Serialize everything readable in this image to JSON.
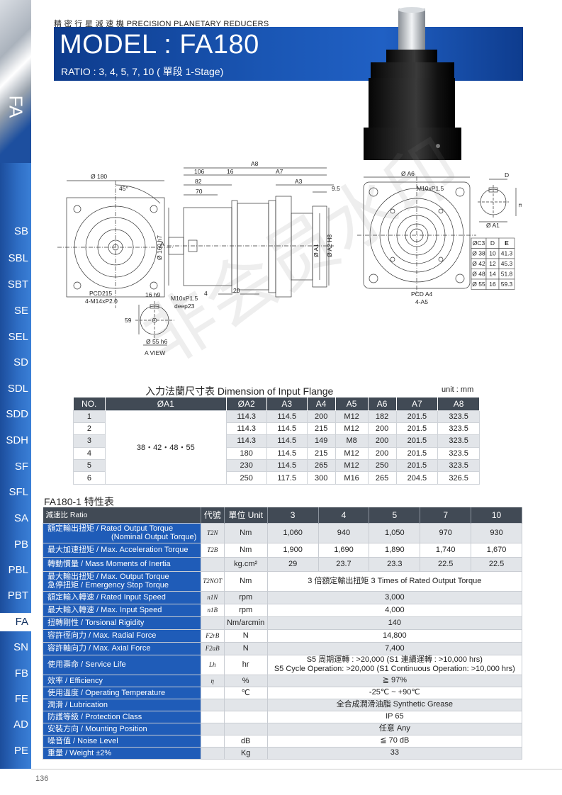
{
  "header": {
    "subtitle": "精 密 行 星 減 速 機   PRECISION PLANETARY REDUCERS",
    "title": "MODEL : FA180",
    "ratio": "RATIO : 3, 4, 5, 7, 10 ( 單段 1-Stage)"
  },
  "sidebar": {
    "top_label": "FA",
    "items": [
      "SB",
      "SBL",
      "SBT",
      "SE",
      "SEL",
      "SD",
      "SDL",
      "SDD",
      "SDH",
      "SF",
      "SFL",
      "SA",
      "PB",
      "PBL",
      "PBT",
      "FA",
      "SN",
      "FB",
      "FE",
      "AD",
      "PE"
    ],
    "active": "FA"
  },
  "drawing": {
    "front": {
      "dia": "Ø 180",
      "angle": "45°",
      "pcd": "PCD215",
      "holes": "4-M14xP2.0"
    },
    "side": {
      "a8": "A8",
      "d106": "106",
      "d16": "16",
      "a7": "A7",
      "d82": "82",
      "a3": "A3",
      "d95": "9.5",
      "d70": "70",
      "dia160": "Ø 160 h7",
      "a1": "Ø A1",
      "a2": "Ø A2 H8",
      "d4": "4",
      "d20": "20",
      "m10": "M10xP1.5",
      "deep": "deep23",
      "a": "A"
    },
    "flange_view": {
      "a6": "Ø A6",
      "m10": "M10xP1.5",
      "pcd": "PCD A4",
      "holes": "4-A5"
    },
    "shaft_view": {
      "d16": "16 h9",
      "d59": "59",
      "dia55": "Ø 55 h6",
      "view": "A VIEW"
    },
    "key_view": {
      "d": "D",
      "e": "E",
      "a1": "Ø A1"
    },
    "key_table": {
      "headers": [
        "ØC3",
        "D",
        "E"
      ],
      "rows": [
        [
          "Ø 38",
          "10",
          "41.3"
        ],
        [
          "Ø 42",
          "12",
          "45.3"
        ],
        [
          "Ø 48",
          "14",
          "51.8"
        ],
        [
          "Ø 55",
          "16",
          "59.3"
        ]
      ]
    }
  },
  "flange_table": {
    "title": "入力法蘭尺寸表  Dimension of Input Flange",
    "unit": "unit : mm",
    "headers": [
      "NO.",
      "ØA1",
      "ØA2",
      "A3",
      "A4",
      "A5",
      "A6",
      "A7",
      "A8"
    ],
    "a1_value": "38・42・48・55",
    "rows": [
      [
        "1",
        "114.3",
        "114.5",
        "200",
        "M12",
        "182",
        "201.5",
        "323.5"
      ],
      [
        "2",
        "114.3",
        "114.5",
        "215",
        "M12",
        "200",
        "201.5",
        "323.5"
      ],
      [
        "3",
        "114.3",
        "114.5",
        "149",
        "M8",
        "200",
        "201.5",
        "323.5"
      ],
      [
        "4",
        "180",
        "114.5",
        "215",
        "M12",
        "200",
        "201.5",
        "323.5"
      ],
      [
        "5",
        "230",
        "114.5",
        "265",
        "M12",
        "250",
        "201.5",
        "323.5"
      ],
      [
        "6",
        "250",
        "117.5",
        "300",
        "M16",
        "265",
        "204.5",
        "326.5"
      ]
    ]
  },
  "spec_table": {
    "title": "FA180-1 特性表",
    "headers": [
      "減速比 Ratio",
      "代號",
      "單位 Unit",
      "3",
      "4",
      "5",
      "7",
      "10"
    ],
    "rows": [
      {
        "label1": "額定輸出扭矩 / Rated Output Torque",
        "label2": "(Nominal Output Torque)",
        "sym": "T2N",
        "unit": "Nm",
        "values": [
          "1,060",
          "940",
          "1,050",
          "970",
          "930"
        ]
      },
      {
        "label1": "最大加速扭矩 / Max. Acceleration Torque",
        "sym": "T2B",
        "unit": "Nm",
        "values": [
          "1,900",
          "1,690",
          "1,890",
          "1,740",
          "1,670"
        ]
      },
      {
        "label1": "轉動慣量 / Mass Moments of Inertia",
        "sym": "",
        "unit": "kg.cm²",
        "values": [
          "29",
          "23.7",
          "23.3",
          "22.5",
          "22.5"
        ]
      },
      {
        "label1": "最大輸出扭矩 / Max. Output Torque",
        "label2": "急停扭矩 / Emergency Stop Torque",
        "sym": "T2NOT",
        "unit": "Nm",
        "span": "3 倍額定輸出扭矩 3 Times of Rated Output Torque"
      },
      {
        "label1": "額定輸入轉速 / Rated Input Speed",
        "sym": "n1N",
        "unit": "rpm",
        "span": "3,000"
      },
      {
        "label1": "最大輸入轉速 / Max. Input Speed",
        "sym": "n1B",
        "unit": "rpm",
        "span": "4,000"
      },
      {
        "label1": "扭轉剛性 / Torsional Rigidity",
        "sym": "",
        "unit": "Nm/arcmin",
        "span": "140"
      },
      {
        "label1": "容許徑向力 / Max. Radial Force",
        "sym": "F2rB",
        "unit": "N",
        "span": "14,800"
      },
      {
        "label1": "容許軸向力 / Max. Axial Force",
        "sym": "F2aB",
        "unit": "N",
        "span": "7,400"
      },
      {
        "label1": "使用壽命 / Service Life",
        "sym": "Lh",
        "unit": "hr",
        "span": "S5 周期運轉 : >20,000 (S1 連續運轉 : >10,000 hrs)",
        "span2": "S5 Cycle Operation: >20,000 (S1 Continuous Operation: >10,000 hrs)"
      },
      {
        "label1": "效率 / Efficiency",
        "sym": "η",
        "unit": "%",
        "span": "≧ 97%"
      },
      {
        "label1": "使用溫度 / Operating Temperature",
        "sym": "",
        "unit": "℃",
        "span": "-25℃ ~ +90℃"
      },
      {
        "label1": "潤滑 / Lubrication",
        "sym": "",
        "unit": "",
        "span": "全合成潤滑油脂 Synthetic Grease"
      },
      {
        "label1": "防護等級 / Protection Class",
        "sym": "",
        "unit": "",
        "span": "IP 65"
      },
      {
        "label1": "安裝方向 / Mounting Position",
        "sym": "",
        "unit": "",
        "span": "任意 Any"
      },
      {
        "label1": "噪音值 / Noise Level",
        "sym": "",
        "unit": "dB",
        "span": "≦ 70 dB"
      },
      {
        "label1": "重量 / Weight ±2%",
        "sym": "",
        "unit": "Kg",
        "span": "33"
      }
    ]
  },
  "watermark": "非会员水印",
  "page_number": "136"
}
